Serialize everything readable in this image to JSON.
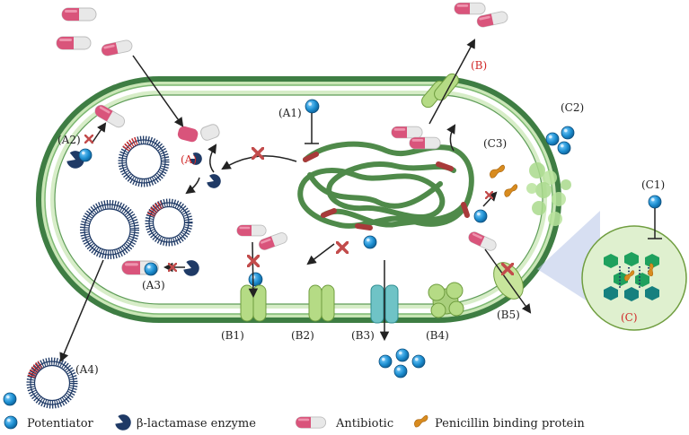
{
  "labels": {
    "A": "(A)",
    "A1": "(A1)",
    "A2": "(A2)",
    "A3": "(A3)",
    "A4": "(A4)",
    "B": "(B)",
    "B1": "(B1)",
    "B2": "(B2)",
    "B3": "(B3)",
    "B4": "(B4)",
    "B5": "(B5)",
    "C": "(C)",
    "C1": "(C1)",
    "C2": "(C2)",
    "C3": "(C3)"
  },
  "legend": {
    "potentiator": "Potentiator",
    "beta_lactamase": "β-lactamase enzyme",
    "antibiotic": "Antibiotic",
    "pbp": "Penicillin binding protein"
  },
  "colors": {
    "membrane_dark": "#3e7d43",
    "membrane_light": "#b9dca6",
    "cytoplasm": "#ffffff",
    "dna": "#4f8a4a",
    "dna_mark": "#a83a3a",
    "potentiator": "#1d8fd1",
    "enzyme": "#1f3a66",
    "antibiotic_pink": "#d9547b",
    "antibiotic_white": "#e8e8e8",
    "pbp": "#d88b1f",
    "inhibit_x": "#c24b4b",
    "label_red": "#d12a2a",
    "zoom_circle": "#dff0cf"
  }
}
